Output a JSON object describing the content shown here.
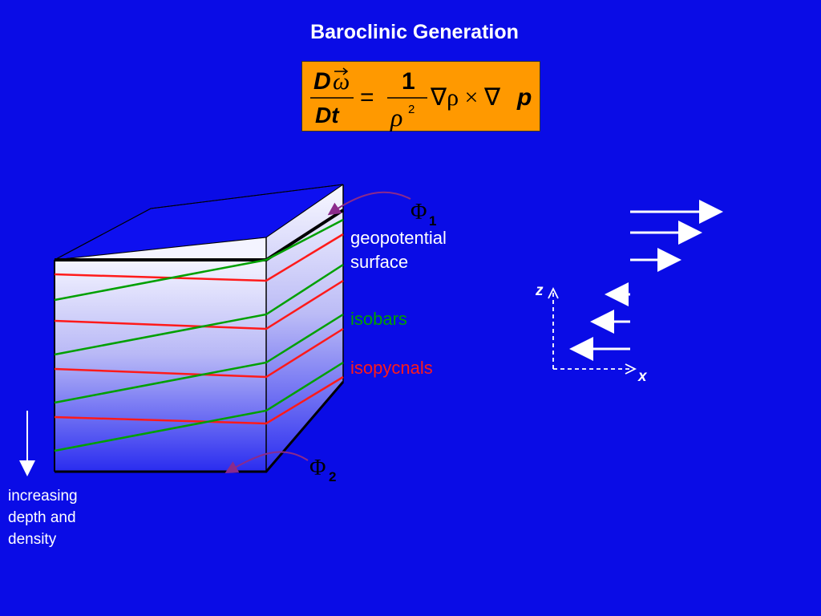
{
  "title": "Baroclinic Generation",
  "equation": {
    "lhs_numerator": "D",
    "lhs_vector": "ω",
    "lhs_denominator": "Dt",
    "equals": "=",
    "rhs_numerator": "1",
    "rhs_rho": "ρ",
    "rhs_exponent": "2",
    "rhs_terms": "∇ρ × ∇",
    "rhs_p": "p"
  },
  "phi_top": {
    "symbol": "Φ",
    "subscript": "1"
  },
  "phi_bottom": {
    "symbol": "Φ",
    "subscript": "2"
  },
  "labels": {
    "geopotential_line1": "geopotential",
    "geopotential_line2": "surface",
    "isobars": "isobars",
    "isopycnals": "isopycnals",
    "depth_line1": "increasing",
    "depth_line2": "depth and",
    "depth_line3": "density"
  },
  "axes": {
    "z": "z",
    "x": "x"
  },
  "colors": {
    "background": "#0a0ce6",
    "equation_box": "#ff9900",
    "isobars": "#00a000",
    "isopycnals": "#ff1a1a",
    "pointer_arrows": "#8b2a8b"
  }
}
